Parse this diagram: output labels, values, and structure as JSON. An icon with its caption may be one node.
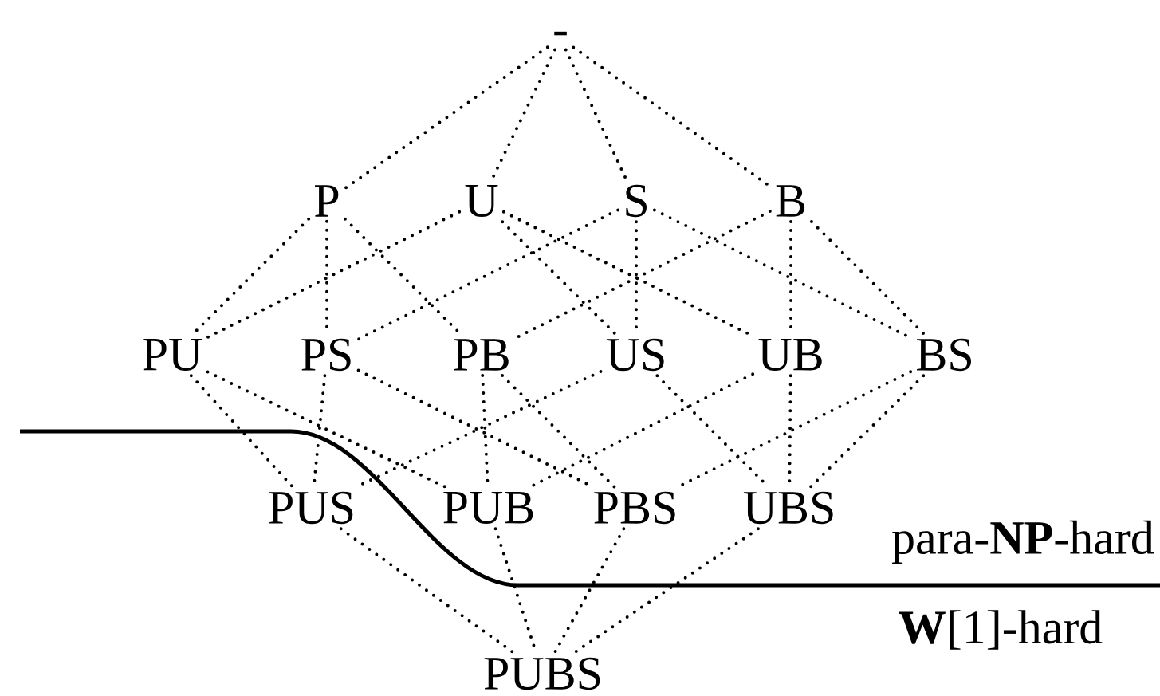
{
  "diagram": {
    "nodes": [
      {
        "text": [
          "-"
        ]
      },
      {
        "text": [
          "P"
        ]
      },
      {
        "text": [
          "U"
        ]
      },
      {
        "text": [
          "S"
        ]
      },
      {
        "text": [
          "B"
        ]
      },
      {
        "text": [
          "PU"
        ]
      },
      {
        "text": [
          "PS"
        ]
      },
      {
        "text": [
          "PB"
        ]
      },
      {
        "text": [
          "US"
        ]
      },
      {
        "text": [
          "UB"
        ]
      },
      {
        "text": [
          "BS"
        ]
      },
      {
        "text": [
          "PUS"
        ]
      },
      {
        "text": [
          "PUB"
        ]
      },
      {
        "text": [
          "PBS"
        ]
      },
      {
        "text": [
          "UBS"
        ]
      },
      {
        "text": [
          "PUBS"
        ]
      }
    ],
    "edges": [
      {
        "from": 0,
        "to": 1,
        "arrow": "none"
      },
      {
        "from": 0,
        "to": 2,
        "arrow": "none"
      },
      {
        "from": 0,
        "to": 3,
        "arrow": "none"
      },
      {
        "from": 0,
        "to": 4,
        "arrow": "none"
      },
      {
        "from": 1,
        "to": 5,
        "arrow": "none"
      },
      {
        "from": 1,
        "to": 6,
        "arrow": "none"
      },
      {
        "from": 1,
        "to": 7,
        "arrow": "none"
      },
      {
        "from": 2,
        "to": 5,
        "arrow": "none"
      },
      {
        "from": 2,
        "to": 8,
        "arrow": "none"
      },
      {
        "from": 2,
        "to": 9,
        "arrow": "none"
      },
      {
        "from": 3,
        "to": 6,
        "arrow": "none"
      },
      {
        "from": 3,
        "to": 8,
        "arrow": "none"
      },
      {
        "from": 3,
        "to": 10,
        "arrow": "none"
      },
      {
        "from": 4,
        "to": 7,
        "arrow": "none"
      },
      {
        "from": 4,
        "to": 9,
        "arrow": "none"
      },
      {
        "from": 4,
        "to": 10,
        "arrow": "none"
      },
      {
        "from": 5,
        "to": 11,
        "arrow": "none"
      },
      {
        "from": 5,
        "to": 12,
        "arrow": "none"
      },
      {
        "from": 6,
        "to": 11,
        "arrow": "none"
      },
      {
        "from": 6,
        "to": 13,
        "arrow": "none"
      },
      {
        "from": 7,
        "to": 12,
        "arrow": "none"
      },
      {
        "from": 7,
        "to": 13,
        "arrow": "none"
      },
      {
        "from": 8,
        "to": 11,
        "arrow": "none"
      },
      {
        "from": 8,
        "to": 14,
        "arrow": "none"
      },
      {
        "from": 9,
        "to": 12,
        "arrow": "none"
      },
      {
        "from": 9,
        "to": 14,
        "arrow": "none"
      },
      {
        "from": 10,
        "to": 13,
        "arrow": "none"
      },
      {
        "from": 10,
        "to": 14,
        "arrow": "none"
      },
      {
        "from": 11,
        "to": 15,
        "arrow": "none"
      },
      {
        "from": 12,
        "to": 15,
        "arrow": "none"
      },
      {
        "from": 13,
        "to": 15,
        "arrow": "none"
      },
      {
        "from": 14,
        "to": 15,
        "arrow": "none"
      }
    ],
    "labels": [
      "para-**NP**-hard",
      "**W**[1]-hard"
    ]
  }
}
